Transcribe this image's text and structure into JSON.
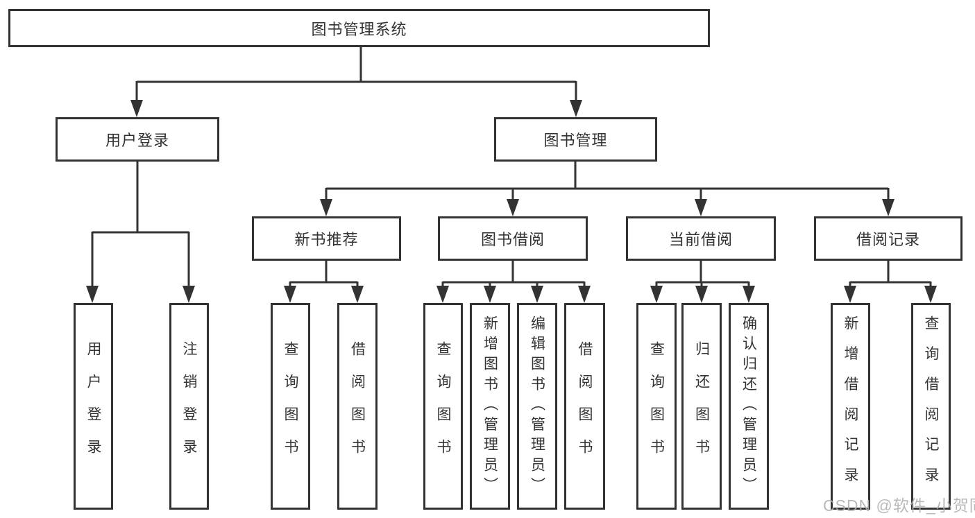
{
  "diagram": {
    "title": "图书管理系统",
    "nodes": {
      "root": "图书管理系统",
      "level2": [
        "用户登录",
        "图书管理"
      ],
      "level3": [
        "新书推荐",
        "图书借阅",
        "当前借阅",
        "借阅记录"
      ],
      "leaves": [
        [
          "用户登录",
          "注销登录"
        ],
        [
          "查询图书",
          "借阅图书"
        ],
        [
          "查询图书",
          "新增图书（管理员）",
          "编辑图书（管理员）",
          "借阅图书"
        ],
        [
          "查询图书",
          "归还图书",
          "确认归还（管理员）"
        ],
        [
          "新增借阅记录",
          "查询借阅记录"
        ]
      ]
    },
    "colors": {
      "line": "#333333",
      "text": "#333333",
      "background": "#ffffff",
      "watermark": "#adadad"
    }
  },
  "watermark": "CSDN @软件_小贺同学"
}
